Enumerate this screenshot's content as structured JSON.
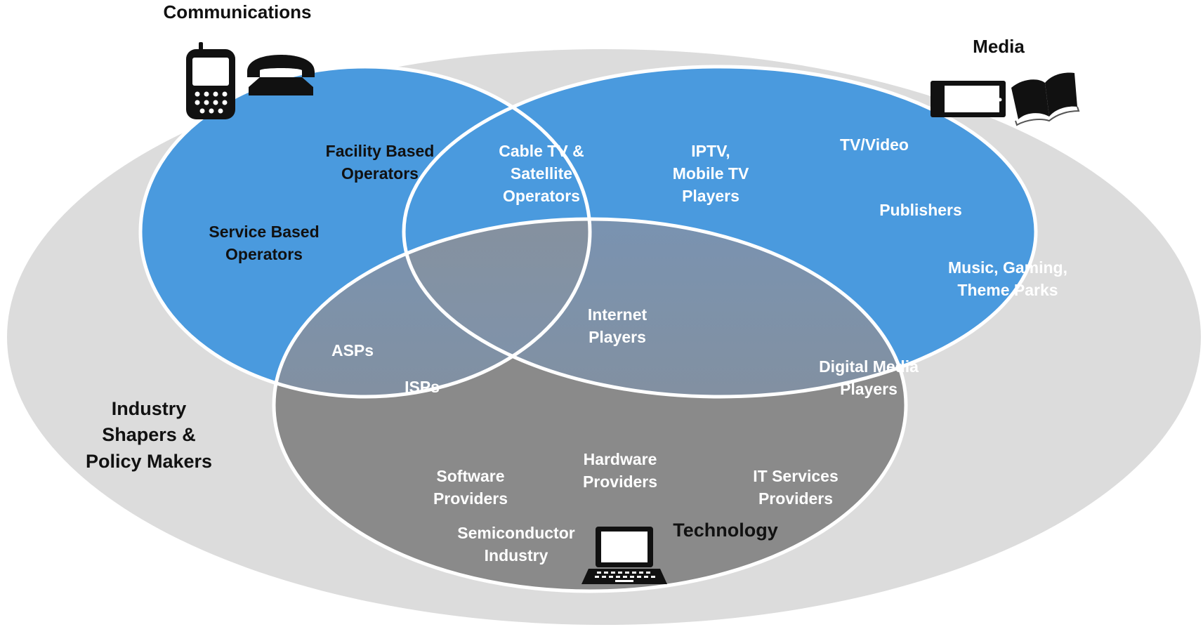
{
  "sets": {
    "communications": "Communications",
    "media": "Media",
    "technology": "Technology",
    "industry_shapers": [
      "Industry",
      "Shapers &",
      "Policy Makers"
    ]
  },
  "regions": {
    "facility_based": [
      "Facility Based",
      "Operators"
    ],
    "service_based": [
      "Service Based",
      "Operators"
    ],
    "cable_tv": [
      "Cable TV &",
      "Satellite",
      "Operators"
    ],
    "iptv": [
      "IPTV,",
      "Mobile TV",
      "Players"
    ],
    "tv_video": "TV/Video",
    "publishers": "Publishers",
    "music_gaming": [
      "Music, Gaming,",
      "Theme Parks"
    ],
    "internet_players": [
      "Internet",
      "Players"
    ],
    "asps": "ASPs",
    "isps": "ISPs",
    "digital_media": [
      "Digital Media",
      "Players"
    ],
    "software": [
      "Software",
      "Providers"
    ],
    "hardware": [
      "Hardware",
      "Providers"
    ],
    "it_services": [
      "IT Services",
      "Providers"
    ],
    "semiconductor": [
      "Semiconductor",
      "Industry"
    ]
  },
  "icons": [
    "mobile-phone-icon",
    "telephone-icon",
    "tablet-icon",
    "open-book-icon",
    "laptop-icon"
  ],
  "colors": {
    "outer_ring": "#dcdcdc",
    "ellipse_blue": "#4a9ade",
    "ellipse_grey": "#8a8a8a",
    "stroke": "#ffffff"
  }
}
